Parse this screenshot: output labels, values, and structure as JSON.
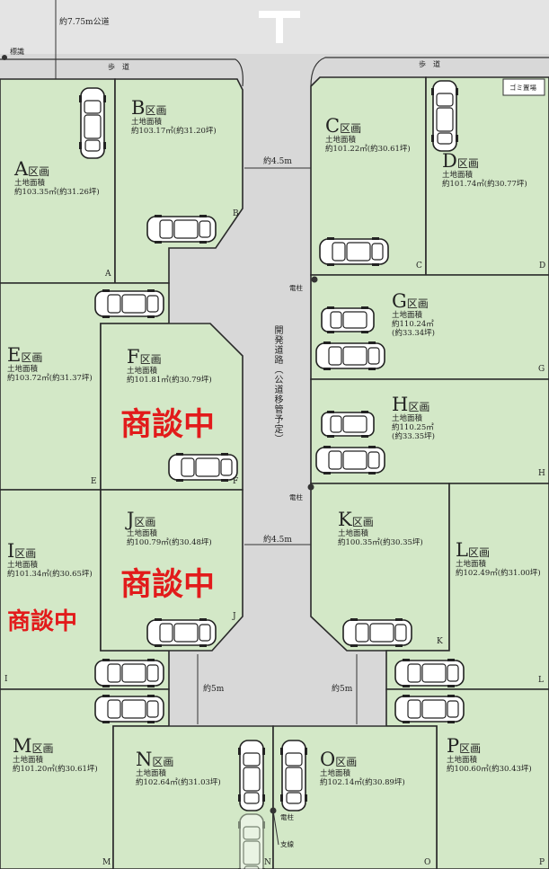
{
  "top_road": {
    "width_label": "約7.75m公道",
    "marker_label": "標識",
    "sidewalk_left": "歩　道",
    "sidewalk_right": "歩　道"
  },
  "garbage_label": "ゴミ置場",
  "dev_road": {
    "label": "開発道路（公道移管予定）",
    "width_upper": "約4.5m",
    "width_lower": "約4.5m",
    "width_left_strip": "約5m",
    "width_right_strip": "約5m"
  },
  "utility_pole_label": "電柱",
  "branch_wire_label": "支線",
  "area_label": "土地面積",
  "negotiation_label": "商談中",
  "lots": [
    {
      "id": "A",
      "name": "A",
      "suffix": "区画",
      "sqm": "約103.35㎡",
      "tsubo": "(約31.26坪)",
      "corner": "A"
    },
    {
      "id": "B",
      "name": "B",
      "suffix": "区画",
      "sqm": "約103.17㎡",
      "tsubo": "(約31.20坪)",
      "corner": "B"
    },
    {
      "id": "C",
      "name": "C",
      "suffix": "区画",
      "sqm": "約101.22㎡",
      "tsubo": "(約30.61坪)",
      "corner": "C"
    },
    {
      "id": "D",
      "name": "D",
      "suffix": "区画",
      "sqm": "約101.74㎡",
      "tsubo": "(約30.77坪)",
      "corner": "D"
    },
    {
      "id": "E",
      "name": "E",
      "suffix": "区画",
      "sqm": "約103.72㎡",
      "tsubo": "(約31.37坪)",
      "corner": "E"
    },
    {
      "id": "F",
      "name": "F",
      "suffix": "区画",
      "sqm": "約101.81㎡",
      "tsubo": "(約30.79坪)",
      "corner": "F",
      "status": "商談中"
    },
    {
      "id": "G",
      "name": "G",
      "suffix": "区画",
      "sqm": "約110.24㎡",
      "tsubo": "(約33.34坪)",
      "corner": "G"
    },
    {
      "id": "H",
      "name": "H",
      "suffix": "区画",
      "sqm": "約110.25㎡",
      "tsubo": "(約33.35坪)",
      "corner": "H"
    },
    {
      "id": "I",
      "name": "I",
      "suffix": "区画",
      "sqm": "約101.34㎡",
      "tsubo": "(約30.65坪)",
      "corner": "I",
      "status": "商談中"
    },
    {
      "id": "J",
      "name": "J",
      "suffix": "区画",
      "sqm": "約100.79㎡",
      "tsubo": "(約30.48坪)",
      "corner": "J",
      "status": "商談中"
    },
    {
      "id": "K",
      "name": "K",
      "suffix": "区画",
      "sqm": "約100.35㎡",
      "tsubo": "(約30.35坪)",
      "corner": "K"
    },
    {
      "id": "L",
      "name": "L",
      "suffix": "区画",
      "sqm": "約102.49㎡",
      "tsubo": "(約31.00坪)",
      "corner": "L"
    },
    {
      "id": "M",
      "name": "M",
      "suffix": "区画",
      "sqm": "約101.20㎡",
      "tsubo": "(約30.61坪)",
      "corner": "M"
    },
    {
      "id": "N",
      "name": "N",
      "suffix": "区画",
      "sqm": "約102.64㎡",
      "tsubo": "(約31.03坪)",
      "corner": "N"
    },
    {
      "id": "O",
      "name": "O",
      "suffix": "区画",
      "sqm": "約102.14㎡",
      "tsubo": "(約30.89坪)",
      "corner": "O"
    },
    {
      "id": "P",
      "name": "P",
      "suffix": "区画",
      "sqm": "約100.60㎡",
      "tsubo": "(約30.43坪)",
      "corner": "P"
    }
  ],
  "colors": {
    "lot_fill": "#d3e8c7",
    "road": "#d8d8d8",
    "lot_border": "#2a2a2a",
    "negotiation": "#e21b1b"
  },
  "icons": {
    "car": "car-icon",
    "road_t": "t-junction-icon",
    "pole": "utility-pole-icon"
  }
}
